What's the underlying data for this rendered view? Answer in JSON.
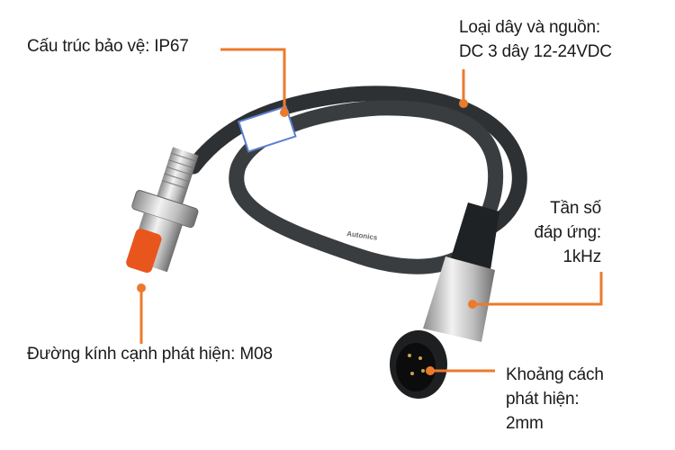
{
  "colors": {
    "accent": "#ec7a2c",
    "cable": "#2e3133",
    "tip": "#e8561e"
  },
  "callouts": {
    "protection": {
      "text": "Cấu trúc bảo vệ: IP67"
    },
    "wire": {
      "line1": "Loại dây và nguồn:",
      "line2": "DC 3 dây 12-24VDC"
    },
    "frequency": {
      "line1": "Tần số",
      "line2": "đáp ứng:",
      "line3": "1kHz"
    },
    "diameter": {
      "text": "Đường kính cạnh phát hiện: M08"
    },
    "distance": {
      "line1": "Khoảng cách",
      "line2": "phát hiện:",
      "line3": "2mm"
    }
  },
  "product": {
    "cable_print": "Autonics"
  }
}
